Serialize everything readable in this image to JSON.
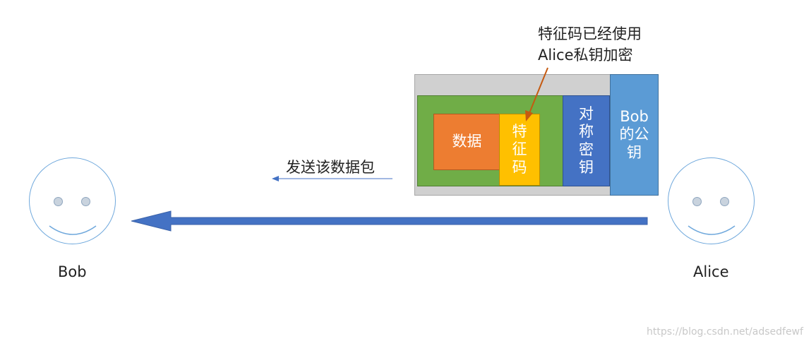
{
  "actors": {
    "left": {
      "name": "Bob"
    },
    "right": {
      "name": "Alice"
    }
  },
  "packet": {
    "data_label": "数据",
    "signature_label": "特\n征\n码",
    "symmetric_key_label": "对\n称\n密\n钥",
    "bob_public_key_label": "Bob\n的公\n钥"
  },
  "annotation": {
    "line1": "特征码已经使用",
    "line2": "Alice私钥加密"
  },
  "send_label": "发送该数据包",
  "watermark": "https://blog.csdn.net/adsedfewf",
  "colors": {
    "outer_gray": "#d0d0d0",
    "green": "#70ad47",
    "orange": "#ed7d31",
    "yellow": "#ffc000",
    "dark_blue": "#4472c4",
    "light_blue": "#5b9bd5",
    "arrow": "#4472c4",
    "annotation_arrow": "#c55a11"
  }
}
